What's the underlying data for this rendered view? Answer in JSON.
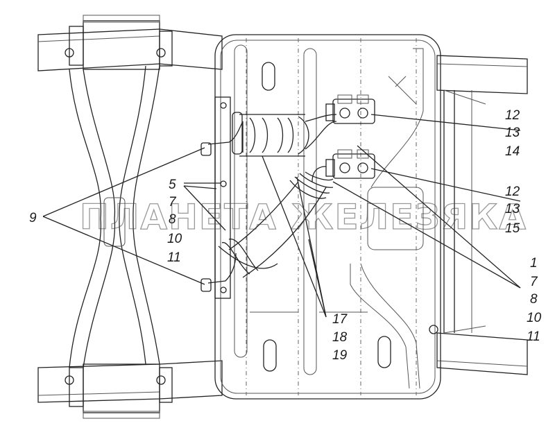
{
  "watermark": "ПЛАНЕТА ЖЕЛЕЗЯКА",
  "callouts": {
    "left_9": "9",
    "mid_group": [
      "5",
      "7",
      "8",
      "10",
      "11"
    ],
    "upper_right": [
      "12",
      "13",
      "14"
    ],
    "middle_right": [
      "12",
      "13",
      "15"
    ],
    "lower_right": [
      "1",
      "7",
      "8",
      "10",
      "11"
    ],
    "bottom_center": [
      "17",
      "18",
      "19"
    ]
  }
}
